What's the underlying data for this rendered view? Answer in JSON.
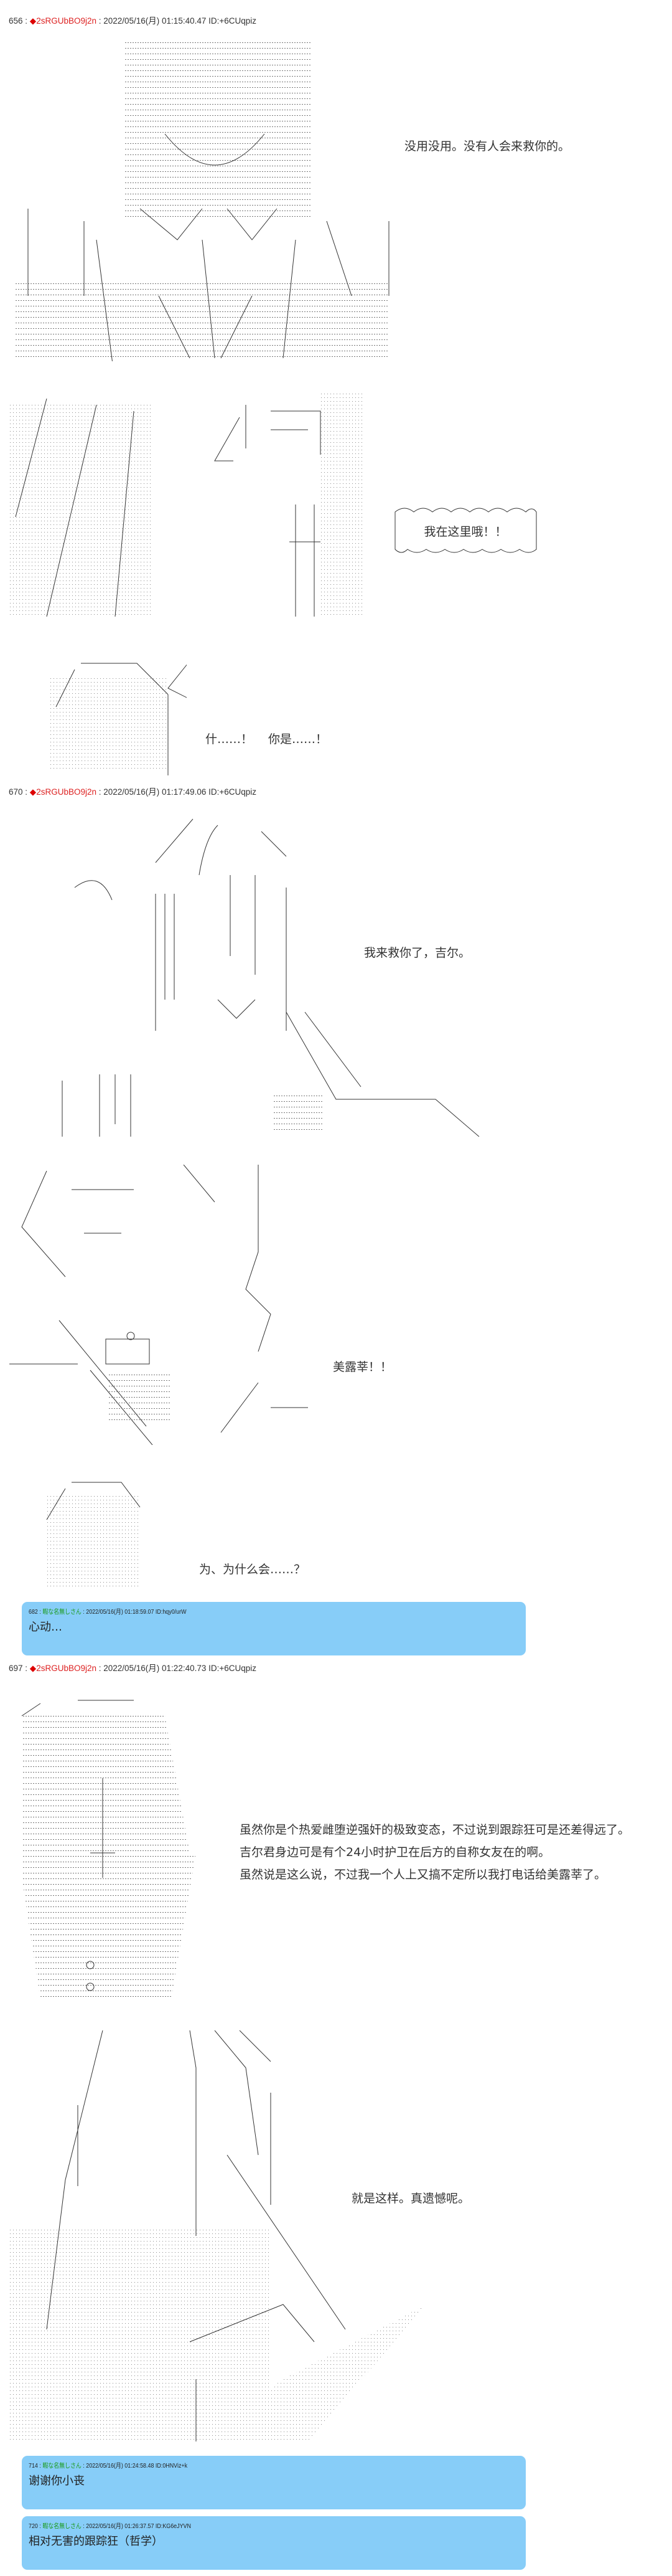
{
  "posts": [
    {
      "num": "656",
      "sep": " : ",
      "trip_mark": "◆",
      "trip": "2sRGUbBO9j2n",
      "date": " : 2022/05/16(月) 01:15:40.47 ID:+6CUqpiz",
      "lines": [
        "没用没用。没有人会来救你的。"
      ],
      "bubble": "我在这里哦！！",
      "line2": "什……！　 你是……！"
    },
    {
      "num": "670",
      "sep": " : ",
      "trip_mark": "◆",
      "trip": "2sRGUbBO9j2n",
      "date": " : 2022/05/16(月) 01:17:49.06 ID:+6CUqpiz",
      "lines": [
        "我来救你了，吉尔。",
        "美露莘！！",
        "为、为什么会……？"
      ]
    },
    {
      "num": "697",
      "sep": " : ",
      "trip_mark": "◆",
      "trip": "2sRGUbBO9j2n",
      "date": " : 2022/05/16(月) 01:22:40.73 ID:+6CUqpiz",
      "lines": [
        "虽然你是个热爱雌堕逆强奸的极致变态，不过说到跟踪狂可是还差得远了。",
        "吉尔君身边可是有个24小时护卫在后方的自称女友在的啊。",
        "虽然说是这么说，不过我一个人上又搞不定所以我打电话给美露莘了。",
        "就是这样。真遗憾呢。"
      ]
    }
  ],
  "comments": [
    {
      "num": "682",
      "name": "暇な名無しさん",
      "date": " : 2022/05/16(月) 01:18:59.07 ID:hqy0/urW",
      "body": "心动…"
    },
    {
      "num": "714",
      "name": "暇な名無しさん",
      "date": " : 2022/05/16(月) 01:24:58.48 ID:0HNViz+k",
      "body": "谢谢你小丧"
    },
    {
      "num": "720",
      "name": "暇な名無しさん",
      "date": " : 2022/05/16(月) 01:26:37.57 ID:KG6eJYVN",
      "body": "相对无害的跟踪狂（哲学）"
    }
  ],
  "colors": {
    "trip": "#d22222",
    "comment_bg": "#87cdf8",
    "comment_name": "#1a9a1a"
  }
}
